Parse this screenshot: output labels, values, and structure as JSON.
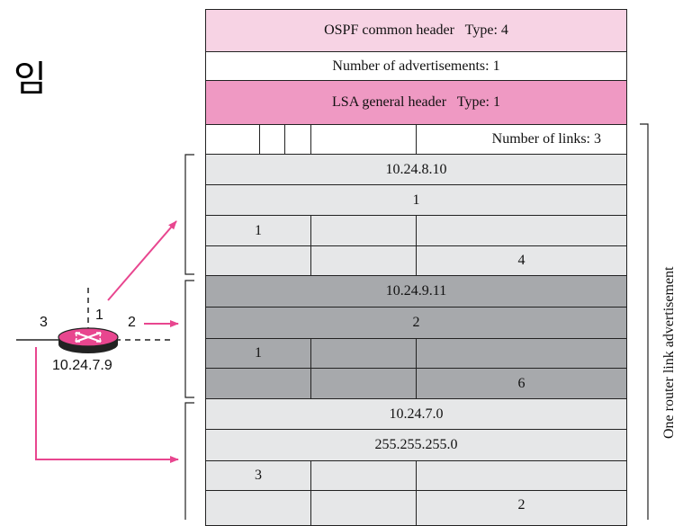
{
  "side_text": "임",
  "packet": {
    "ospf_header": "OSPF common header   Type: 4",
    "num_ads": "Number of advertisements: 1",
    "lsa_header": "LSA general header   Type: 1",
    "num_links": "Number of links: 3",
    "link1": {
      "id": "10.24.8.10",
      "data": "1",
      "type": "1",
      "metric": "4"
    },
    "link2": {
      "id": "10.24.9.11",
      "data": "2",
      "type": "1",
      "metric": "6"
    },
    "link3": {
      "id": "10.24.7.0",
      "data": "255.255.255.0",
      "type": "3",
      "metric": "2"
    }
  },
  "router": {
    "address": "10.24.7.9",
    "port_left": "3",
    "port_top": "1",
    "port_right": "2"
  },
  "brace_label": "One router link advertisement",
  "colors": {
    "pink_light": "#f7d3e4",
    "pink_dark": "#ef99c3",
    "gray_light": "#e6e7e8",
    "gray_dark": "#a7a9ac",
    "arrow": "#e8468f"
  }
}
